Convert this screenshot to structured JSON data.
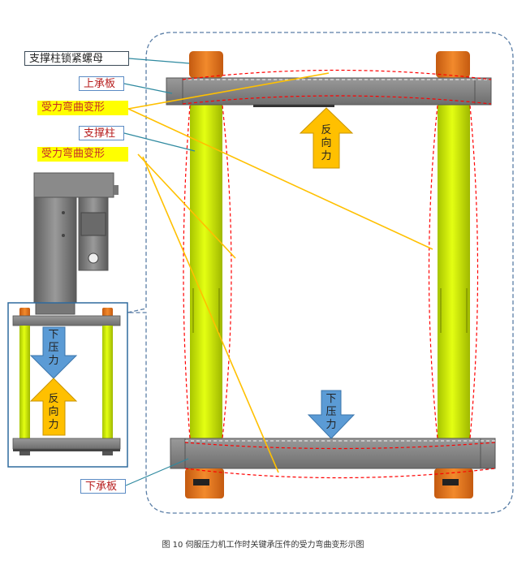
{
  "labels": {
    "nut": "支撑柱锁紧螺母",
    "upper_plate": "上承板",
    "deform_1": "受力弯曲变形",
    "column": "支撑柱",
    "deform_2": "受力弯曲变形",
    "lower_plate": "下承板"
  },
  "arrows": {
    "reaction_main": [
      "反",
      "向",
      "力"
    ],
    "press_main": [
      "下",
      "压",
      "力"
    ],
    "press_small": [
      "下",
      "压",
      "力"
    ],
    "reaction_small": [
      "反",
      "向",
      "力"
    ]
  },
  "caption": "图 10 伺服压力机工作时关键承压件的受力弯曲变形示图",
  "colors": {
    "plate": "#808080",
    "column": "#d4f000",
    "nut": "#e8771c",
    "press_arrow": "#5b9bd5",
    "reaction_arrow": "#ffc000",
    "deform_line": "#ff0000",
    "leader": "#ffc000"
  }
}
